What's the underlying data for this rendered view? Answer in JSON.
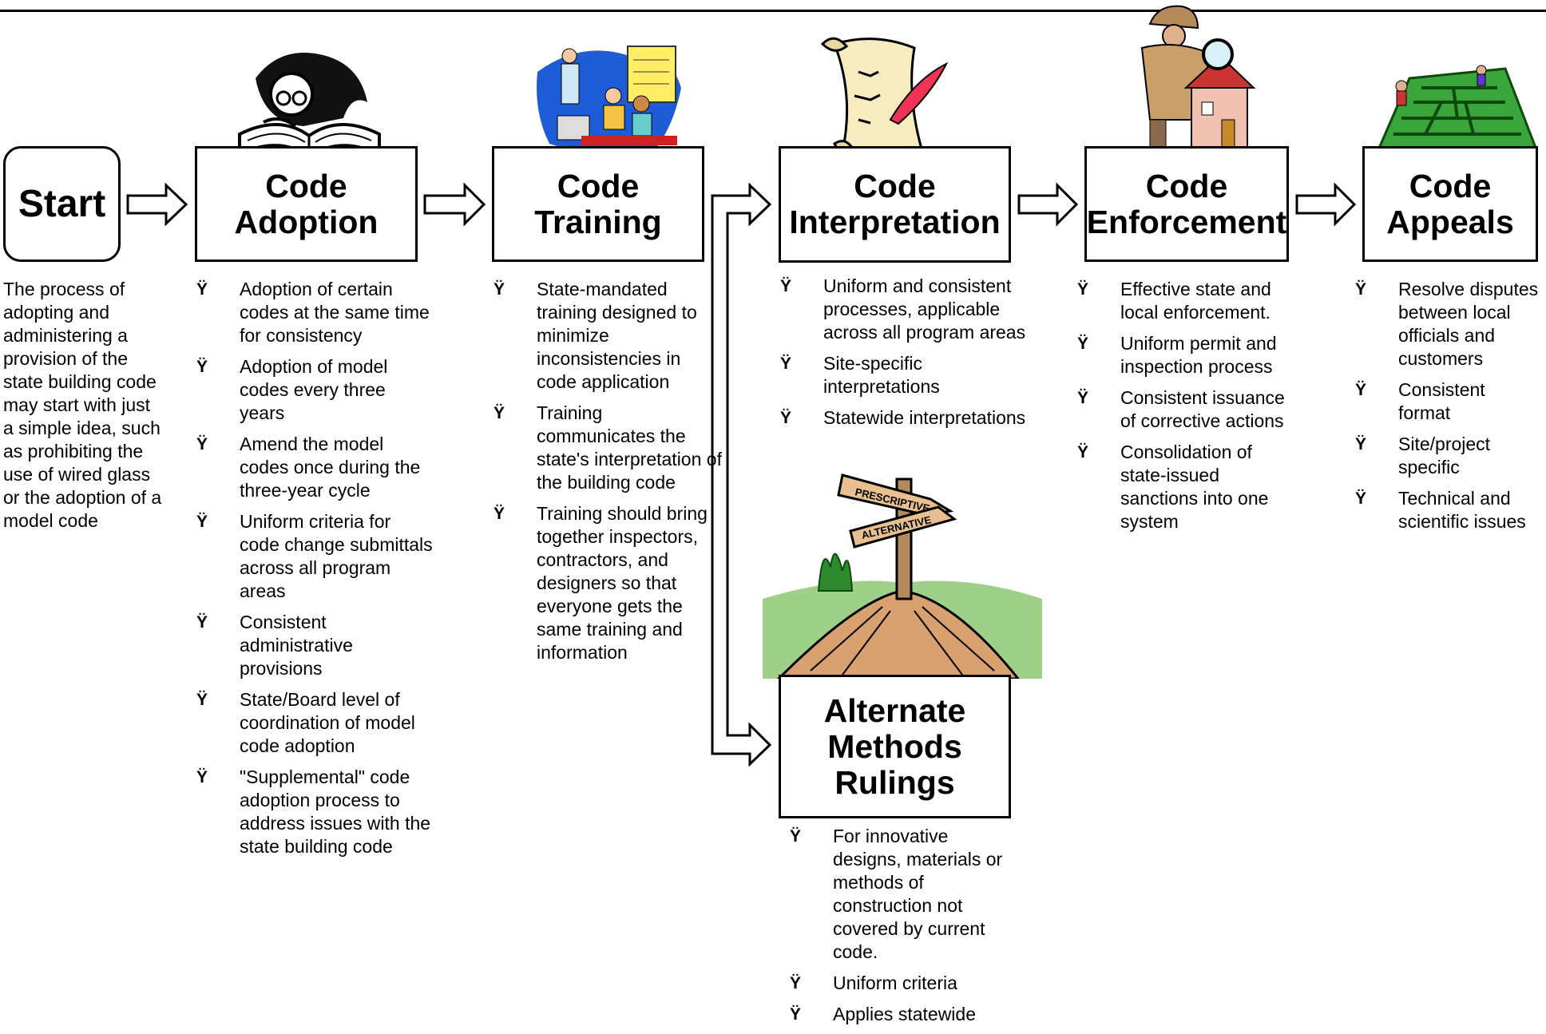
{
  "bullet_glyph": "Ÿ",
  "start": {
    "title": "Start",
    "description": "The process of adopting and administering a provision of the state building code may start with just a simple idea, such as prohibiting the use of wired glass or the adoption of a model code"
  },
  "adoption": {
    "title_line1": "Code",
    "title_line2": "Adoption",
    "items": [
      "Adoption of certain codes at the same time for consistency",
      "Adoption of model codes every three years",
      "Amend the model codes once during the three-year cycle",
      "Uniform criteria for code change submittals across all program areas",
      "Consistent administrative provisions",
      "State/Board level of coordination of model code adoption",
      "\"Supplemental\" code adoption process to address issues with the state building code"
    ]
  },
  "training": {
    "title_line1": "Code",
    "title_line2": "Training",
    "items": [
      "State-mandated training designed to minimize inconsistencies in code application",
      "Training communicates the state's interpretation of the building code",
      "Training should bring together inspectors, contractors, and designers so that everyone gets the same training and information"
    ]
  },
  "interpretation": {
    "title_line1": "Code",
    "title_line2": "Interpretation",
    "items": [
      "Uniform and consistent processes, applicable across all program areas",
      "Site-specific interpretations",
      "Statewide interpretations"
    ]
  },
  "enforcement": {
    "title_line1": "Code",
    "title_line2": "Enforcement",
    "items": [
      "Effective state and local enforcement.",
      "Uniform permit and inspection process",
      "Consistent issuance of corrective actions",
      "Consolidation of state-issued sanctions into one system"
    ]
  },
  "appeals": {
    "title_line1": "Code",
    "title_line2": "Appeals",
    "items": [
      "Resolve disputes between local officials and customers",
      "Consistent format",
      "Site/project specific",
      "Technical and scientific issues"
    ]
  },
  "alternate": {
    "title_line1": "Alternate",
    "title_line2": "Methods",
    "title_line3": "Rulings",
    "items": [
      "For innovative designs, materials or methods of construction not covered by current code.",
      "Uniform criteria",
      "Applies statewide"
    ]
  },
  "signpost": {
    "sign_top": "PRESCRIPTIVE",
    "sign_bottom": "ALTERNATIVE"
  },
  "icons": [
    "reader-clipart-icon",
    "training-clipart-icon",
    "scroll-quill-icon",
    "inspector-house-icon",
    "maze-icon",
    "signpost-icon",
    "flow-arrow-icon"
  ]
}
